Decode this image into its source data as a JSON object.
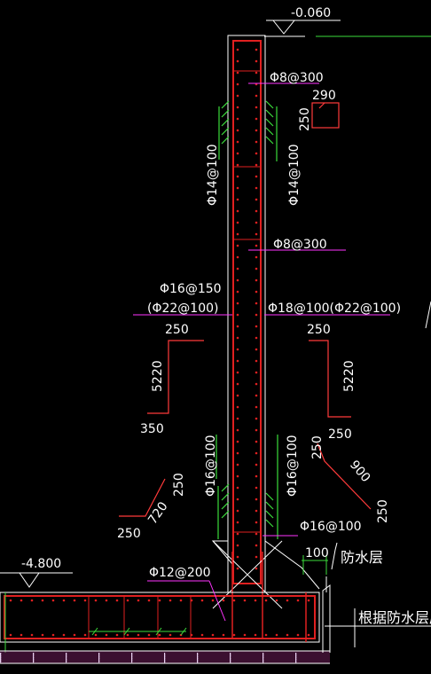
{
  "levels": {
    "top": "-0.060",
    "bottom": "-4.800"
  },
  "rebar_labels": {
    "stirrup_top": "Φ8@300",
    "stirrup_mid": "Φ8@300",
    "vert_upper_left": "Φ14@100",
    "vert_upper_right": "Φ14@100",
    "horiz_left_1": "Φ16@150",
    "horiz_left_2": "(Φ22@100)",
    "horiz_right": "Φ18@100(Φ22@100)",
    "vert_lower_left": "Φ16@100",
    "vert_lower_right": "Φ16@100",
    "corner": "Φ16@100",
    "base": "Φ12@200"
  },
  "dims": {
    "sec_w": "290",
    "sec_h": "250",
    "left_hook_top": "250",
    "left_len": "5220",
    "left_hook_bot": "350",
    "right_hook_top": "250",
    "right_len": "5220",
    "right_hook_bot": "250",
    "ll_250a": "250",
    "ll_720": "720",
    "ll_250b": "250",
    "lr_250a": "250",
    "lr_900": "900",
    "lr_250b": "250",
    "gap": "100"
  },
  "notes": {
    "waterproof": "防水层",
    "by_thickness": "根据防水层厚"
  },
  "colors": {
    "concrete": "#ffffff",
    "rebar": "#e02020",
    "leader": "#ff33ff",
    "dim": "#ff3b3b",
    "accent": "#3bdc3b",
    "bg": "#000000"
  }
}
